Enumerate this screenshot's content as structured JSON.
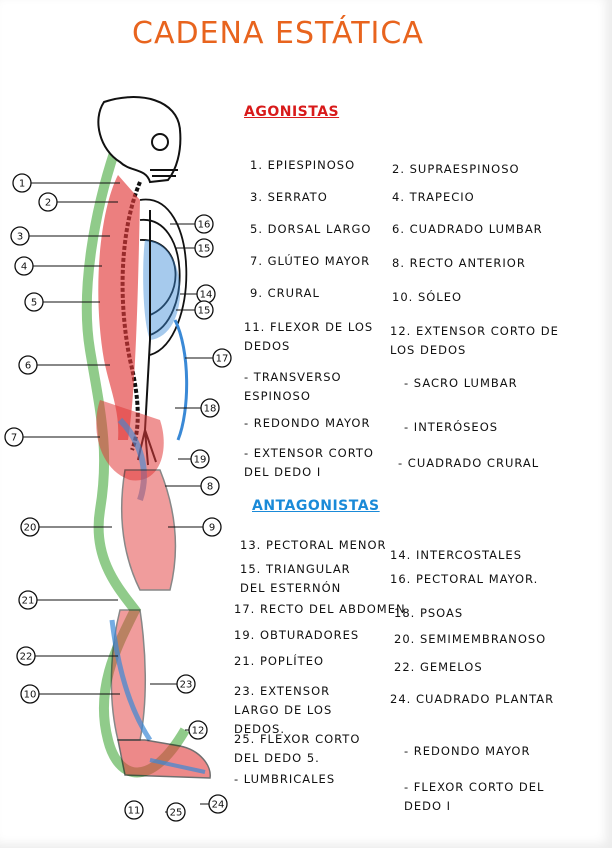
{
  "title": "CADENA ESTÁTICA",
  "agonistas": {
    "heading": "AGONISTAS",
    "items": [
      "1. EPIESPINOSO",
      "2. SUPRAESPINOSO",
      "3. SERRATO",
      "4. TRAPECIO",
      "5. DORSAL LARGO",
      "6. CUADRADO LUMBAR",
      "7. GLÚTEO MAYOR",
      "8. RECTO ANTERIOR",
      "9. CRURAL",
      "10. SÓLEO",
      "11. FLEXOR DE LOS DEDOS",
      "12. EXTENSOR CORTO DE LOS DEDOS",
      "- TRANSVERSO ESPINOSO",
      "- SACRO LUMBAR",
      "- REDONDO MAYOR",
      "- INTERÓSEOS",
      "- EXTENSOR CORTO DEL DEDO I",
      "- CUADRADO CRURAL"
    ]
  },
  "antagonistas": {
    "heading": "ANTAGONISTAS",
    "items": [
      "13. PECTORAL MENOR",
      "14. INTERCOSTALES",
      "15. TRIANGULAR DEL ESTERNÓN",
      "16. PECTORAL MAYOR.",
      "17. RECTO DEL ABDOMEN",
      "18. PSOAS",
      "19. OBTURADORES",
      "20. SEMIMEMBRANOSO",
      "21. POPLÍTEO",
      "22. GEMELOS",
      "23. EXTENSOR LARGO DE LOS DEDOS.",
      "24. CUADRADO PLANTAR",
      "25. FLEXOR CORTO DEL DEDO 5.",
      "- REDONDO MAYOR",
      "- LUMBRICALES",
      "- FLEXOR CORTO DEL DEDO I"
    ]
  },
  "figure": {
    "callouts_left": [
      "1",
      "2",
      "3",
      "4",
      "5",
      "6",
      "7",
      "20",
      "21",
      "22",
      "10",
      "11",
      "25"
    ],
    "callouts_right": [
      "16",
      "15",
      "14",
      "15",
      "17",
      "18",
      "19",
      "8",
      "9",
      "23",
      "12",
      "24"
    ]
  },
  "colors": {
    "title": "#e8641e",
    "agonist": "#d81a1a",
    "antagonist": "#1a8ad8",
    "chain": "#35a02a"
  }
}
